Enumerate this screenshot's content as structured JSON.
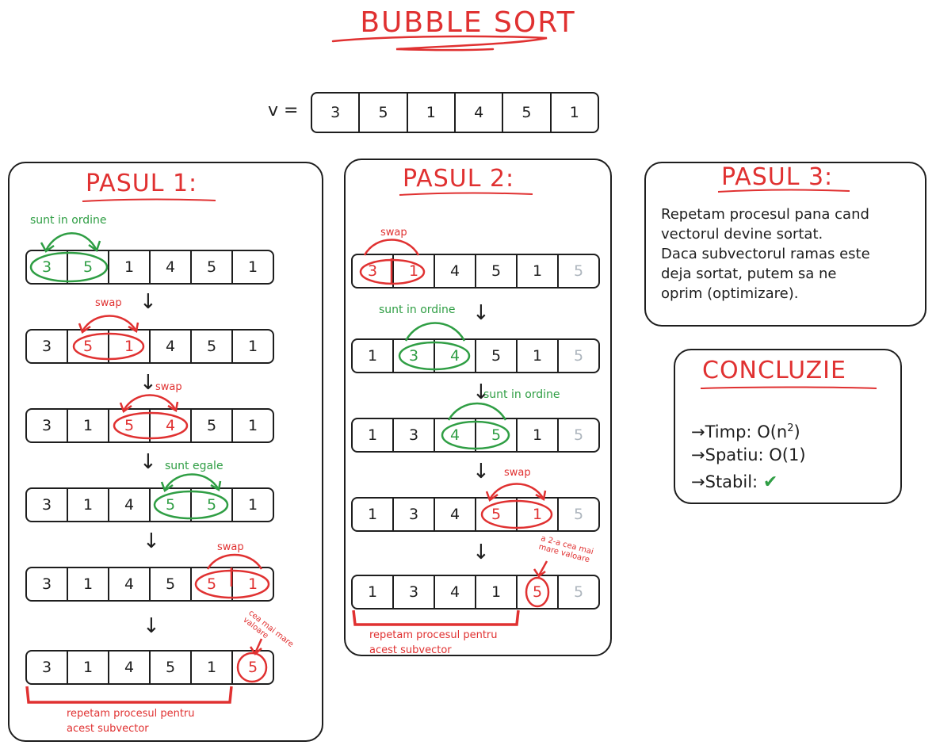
{
  "title": "BUBBLE SORT",
  "vector": {
    "label": "v =",
    "values": [
      "3",
      "5",
      "1",
      "4",
      "5",
      "1"
    ]
  },
  "pasul1": {
    "heading": "PASUL 1:",
    "rows": [
      [
        "3",
        "5",
        "1",
        "4",
        "5",
        "1"
      ],
      [
        "3",
        "5",
        "1",
        "4",
        "5",
        "1"
      ],
      [
        "3",
        "1",
        "5",
        "4",
        "5",
        "1"
      ],
      [
        "3",
        "1",
        "4",
        "5",
        "5",
        "1"
      ],
      [
        "3",
        "1",
        "4",
        "5",
        "5",
        "1"
      ],
      [
        "3",
        "1",
        "4",
        "5",
        "1",
        "5"
      ]
    ],
    "labels": {
      "sunt_in_ordine": "sunt in ordine",
      "swap1": "swap",
      "swap2": "swap",
      "sunt_egale": "sunt egale",
      "swap3": "swap",
      "cea_mai_mare": "cea mai mare valoare",
      "repetam": "repetam procesul pentru",
      "acest": "acest subvector"
    }
  },
  "pasul2": {
    "heading": "PASUL 2:",
    "rows": [
      [
        "3",
        "1",
        "4",
        "5",
        "1",
        "5"
      ],
      [
        "1",
        "3",
        "4",
        "5",
        "1",
        "5"
      ],
      [
        "1",
        "3",
        "4",
        "5",
        "1",
        "5"
      ],
      [
        "1",
        "3",
        "4",
        "5",
        "1",
        "5"
      ],
      [
        "1",
        "3",
        "4",
        "1",
        "5",
        "5"
      ]
    ],
    "labels": {
      "swap1": "swap",
      "sunt_in_ordine1": "sunt in ordine",
      "sunt_in_ordine2": "sunt in ordine",
      "swap2": "swap",
      "a_doua": "a 2-a cea mai mare valoare",
      "repetam": "repetam procesul pentru",
      "acest": "acest subvector"
    }
  },
  "pasul3": {
    "heading": "PASUL 3:",
    "lines": [
      "Repetam procesul pana cand",
      "vectorul devine sortat.",
      "Daca subvectorul ramas este",
      "deja sortat, putem sa ne",
      "oprim (optimizare)."
    ]
  },
  "concluzie": {
    "heading": "CONCLUZIE",
    "timp_label": "Timp:",
    "timp_base": "O(n",
    "timp_exp": "2",
    "timp_close": ")",
    "spatiu_label": "Spatiu:",
    "spatiu_value": "O(1)",
    "stabil_label": "Stabil:",
    "check": "✔",
    "arrow": "→"
  },
  "colors": {
    "red": "#e03131",
    "green": "#2f9e44",
    "gray": "#adb5bd",
    "ink": "#1e1e1e"
  }
}
